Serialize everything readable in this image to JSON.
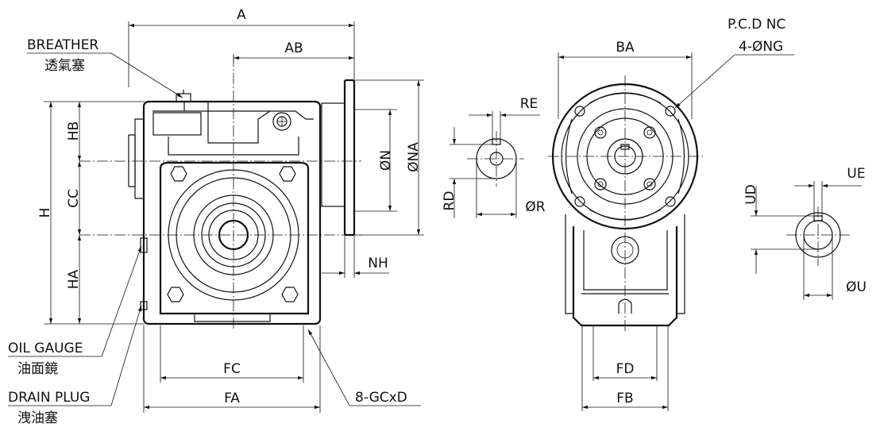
{
  "callouts": {
    "breather_en": "BREATHER",
    "breather_cn": "透氣塞",
    "oil_gauge_en": "OIL GAUGE",
    "oil_gauge_cn": "油面鏡",
    "drain_plug_en": "DRAIN PLUG",
    "drain_plug_cn": "洩油塞",
    "bolts": "8-GCxD",
    "pcd": "P.C.D NC",
    "holes": "4-ØNG"
  },
  "dimensions": {
    "A": "A",
    "AB": "AB",
    "HB": "HB",
    "CC": "CC",
    "H": "H",
    "HA": "HA",
    "N": "ØN",
    "NA": "ØNA",
    "NH": "NH",
    "FC": "FC",
    "FA": "FA",
    "BA": "BA",
    "FD": "FD",
    "FB": "FB",
    "RE": "RE",
    "RD": "RD",
    "R": "ØR",
    "UE": "UE",
    "UD": "UD",
    "U": "ØU"
  }
}
